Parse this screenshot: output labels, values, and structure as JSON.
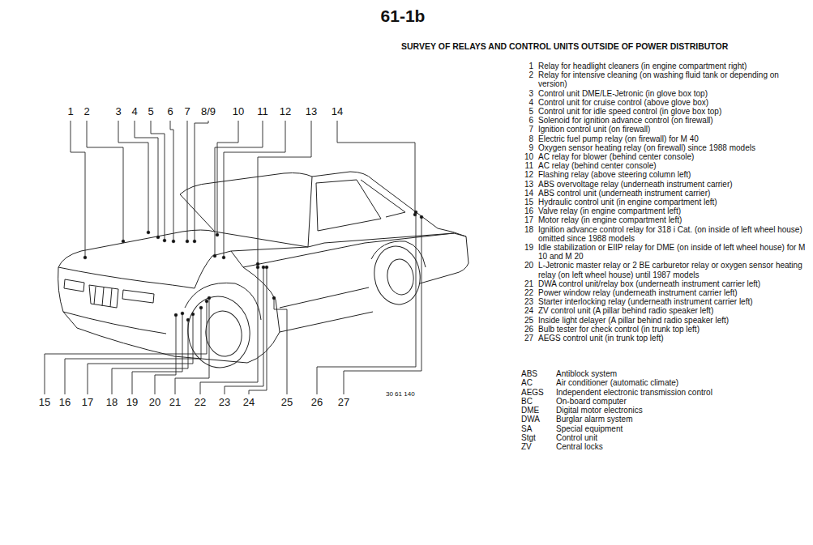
{
  "diagram": {
    "title": "61-1b",
    "labels": [
      "1",
      "2",
      "3",
      "4",
      "5",
      "6",
      "7",
      "8/9",
      "10",
      "11",
      "12",
      "13",
      "14",
      "15",
      "16",
      "17",
      "18",
      "19",
      "20",
      "21",
      "22",
      "23",
      "24",
      "25",
      "26",
      "27",
      "30 61 140",
      "SURVEY OF RELAYS AND CONTROL UNITS OUTSIDE OF POWER DISTRIBUTOR",
      "1",
      "Relay for headlight cleaners (in engine compartment right)",
      "2",
      "Relay for intensive cleaning (on washing fluid tank or depending on version)",
      "3",
      "Control unit DME/LE-Jetronic (in glove box top)",
      "4",
      "Control unit for cruise control (above glove box)",
      "5",
      "Control unit for idle speed control (in glove box top)",
      "6",
      "Solenoid for ignition advance control (on firewall)",
      "7",
      "Ignition control unit (on firewall)",
      "8",
      "Electric fuel pump relay (on firewall) for M 40",
      "9",
      "Oxygen sensor heating relay (on firewall) since 1988 models",
      "10",
      "AC relay for blower (behind center console)",
      "11",
      "AC relay (behind center console)",
      "12",
      "Flashing relay (above steering column left)",
      "13",
      "ABS overvoltage relay (underneath instrument carrier)",
      "14",
      "ABS control unit (underneath instrument carrier)",
      "15",
      "Hydraulic control unit (in engine compartment left)",
      "16",
      "Valve relay (in engine compartment left)",
      "17",
      "Motor relay (in engine compartment left)",
      "18",
      "Ignition advance control relay for 318 i Cat. (on inside of left wheel house) omitted since 1988 models",
      "19",
      "Idle stabilization or EIIP relay for DME (on inside of left wheel house) for M 10 and M 20",
      "20",
      "L-Jetronic master relay or 2 BE carburetor relay or oxygen sensor heating relay (on left wheel house) until 1987 models",
      "21",
      "DWA control unit/relay box (underneath instrument carrier left)",
      "22",
      "Power window relay (underneath instrument carrier left)",
      "23",
      "Starter interlocking relay (underneath instrument carrier left)",
      "24",
      "ZV control unit (A pillar behind radio speaker left)",
      "25",
      "Inside light delayer (A pillar behind radio speaker left)",
      "26",
      "Bulb tester for check control (in trunk top left)",
      "27",
      "AEGS control unit (in trunk top left)",
      "ABS",
      "Antiblock system",
      "AC",
      "Air conditioner (automatic climate)",
      "AEGS",
      "Independent electronic transmission control",
      "BC",
      "On-board computer",
      "DME",
      "Digital motor electronics",
      "DWA",
      "Burglar alarm system",
      "SA",
      "Special equipment",
      "Stgt",
      "Control unit",
      "ZV",
      "Central locks"
    ]
  }
}
